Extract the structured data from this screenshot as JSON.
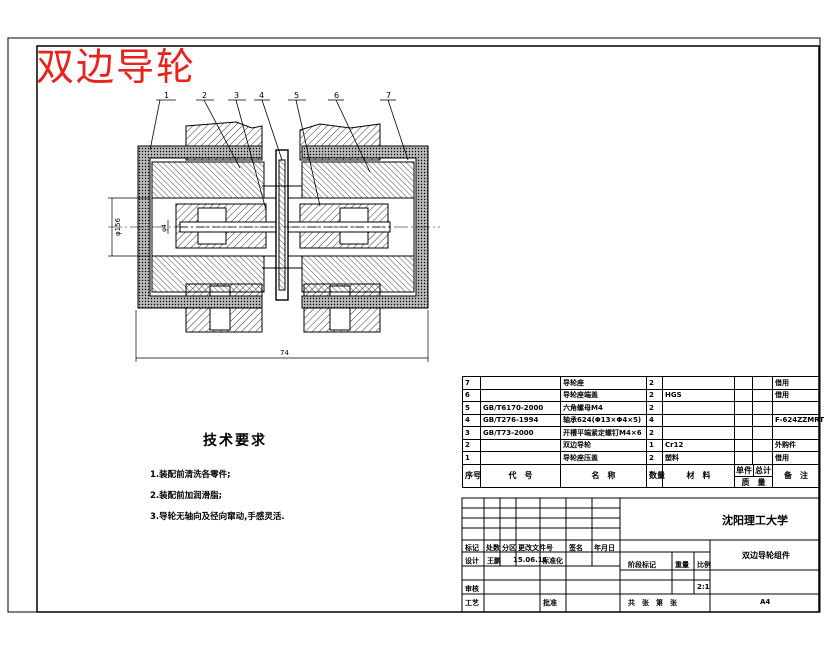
{
  "drawing_title": "双边导轮",
  "part_numbers": [
    "1",
    "2",
    "3",
    "4",
    "5",
    "6",
    "7"
  ],
  "dimensions": {
    "bore": "φ156",
    "shaft": "φ4",
    "length": "74"
  },
  "technical_requirements": {
    "heading": "技术要求",
    "items": [
      "1.装配前清洗各零件;",
      "2.装配前加润滑脂;",
      "3.导轮无轴向及径向窜动,手感灵活."
    ]
  },
  "bom": {
    "rows": [
      {
        "no": "7",
        "code": "",
        "name": "导轮座",
        "qty": "2",
        "material": "",
        "unit": "",
        "total": "",
        "note": "借用"
      },
      {
        "no": "6",
        "code": "",
        "name": "导轮座端盖",
        "qty": "2",
        "material": "HGS",
        "unit": "",
        "total": "",
        "note": "借用"
      },
      {
        "no": "5",
        "code": "GB/T6170-2000",
        "name": "六角螺母M4",
        "qty": "2",
        "material": "",
        "unit": "",
        "total": "",
        "note": ""
      },
      {
        "no": "4",
        "code": "GB/T276-1994",
        "name": "轴承624(Φ13×Φ4×5)",
        "qty": "4",
        "material": "",
        "unit": "",
        "total": "",
        "note": "F-624ZZMRT"
      },
      {
        "no": "3",
        "code": "GB/T73-2000",
        "name": "开槽平端紧定螺钉M4×6",
        "qty": "2",
        "material": "",
        "unit": "",
        "total": "",
        "note": ""
      },
      {
        "no": "2",
        "code": "",
        "name": "双边导轮",
        "qty": "1",
        "material": "Cr12",
        "unit": "",
        "total": "",
        "note": "外购件"
      },
      {
        "no": "1",
        "code": "",
        "name": "导轮座压盖",
        "qty": "2",
        "material": "塑料",
        "unit": "",
        "total": "",
        "note": "借用"
      }
    ],
    "header": {
      "no": "序号",
      "code": "代　号",
      "name": "名　称",
      "qty": "数量",
      "material": "材　料",
      "unit": "单件",
      "total": "总计",
      "weight": "质　量",
      "note": "备　注"
    }
  },
  "title_block": {
    "school": "沈阳理工大学",
    "drawing_name": "双边导轮组件",
    "labels_row": [
      "标记",
      "处数",
      "分区",
      "更改文件号",
      "签名",
      "年月日"
    ],
    "design": "设计",
    "designer": "王鹏",
    "date": "15.06.11",
    "standardize": "标准化",
    "stage_mark": "阶段标记",
    "weight": "重量",
    "scale": "比例",
    "scale_value": "2:1",
    "review": "审核",
    "process": "工艺",
    "approve": "批准",
    "sheets": "共　张　第　张",
    "size": "A4"
  }
}
